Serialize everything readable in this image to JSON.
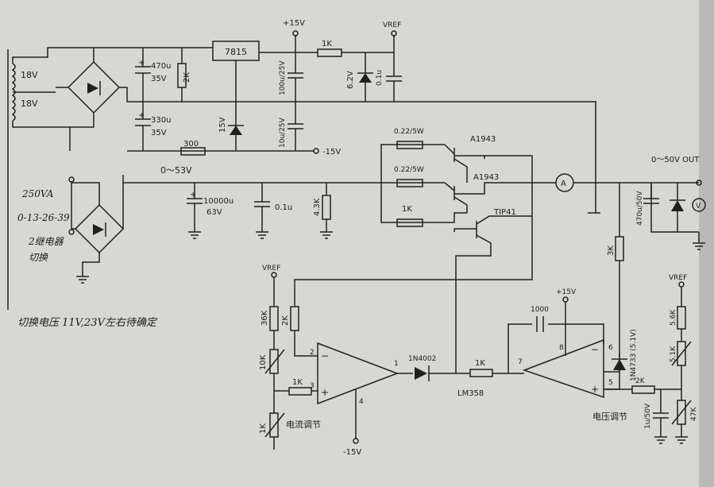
{
  "labels": {
    "plus15_top": "+15V",
    "vref_top": "VREF",
    "r_1k_top": "1K",
    "reg_7815": "7815",
    "c470u": "470u",
    "v35_a": "35V",
    "r2k_top": "2K",
    "c330u": "330u",
    "v35_b": "35V",
    "r300": "300",
    "z15v": "15V",
    "c100u": "100u/25V",
    "c10u": "10u/25V",
    "minus15_top": "-15V",
    "z62v": "6.2V",
    "c01u_top": "0.1u",
    "t18v_a": "18V",
    "t18v_b": "18V",
    "r022_a": "0.22/5W",
    "r022_b": "0.22/5W",
    "a1943_a": "A1943",
    "a1943_b": "A1943",
    "r1k_emitter": "1K",
    "tip41": "TIP41",
    "v0_53": "0～53V",
    "va250": "250VA",
    "taps": "0-13-26-39",
    "switch_note_1": "2继电器",
    "switch_note_2": "切换",
    "c10000u": "10000u",
    "v63": "63V",
    "c01u_mid": "0.1u",
    "r43k": "4.3K",
    "meter_a": "A",
    "out_label": "0～50V OUT",
    "c470u_out": "470u/50V",
    "meter_v": "V",
    "r3k": "3K",
    "handwritten_note": "切换电压 11V,23V左右待确定",
    "vref_left": "VREF",
    "r36k": "36K",
    "r2k_left": "2K",
    "r10k": "10K",
    "r1k_left": "1K",
    "r1k_bottom": "1K",
    "current_adj": "电流调节",
    "minus15_bottom": "-15V",
    "d1n4002": "1N4002",
    "r1k_mid": "1K",
    "lm358": "LM358",
    "c1000": "1000",
    "plus15_mid": "+15V",
    "d1n4733": "1N4733 (5.1V)",
    "vref_right": "VREF",
    "r56k": "5.6K",
    "r51k": "5.1K",
    "r2k_right": "2K",
    "r47k": "47K",
    "c1u50v": "1u/50V",
    "voltage_adj": "电压调节",
    "pin1": "1",
    "pin2": "2",
    "pin3": "3",
    "pin4": "4",
    "pin5": "5",
    "pin6": "6",
    "pin7": "7",
    "pin8": "8"
  }
}
